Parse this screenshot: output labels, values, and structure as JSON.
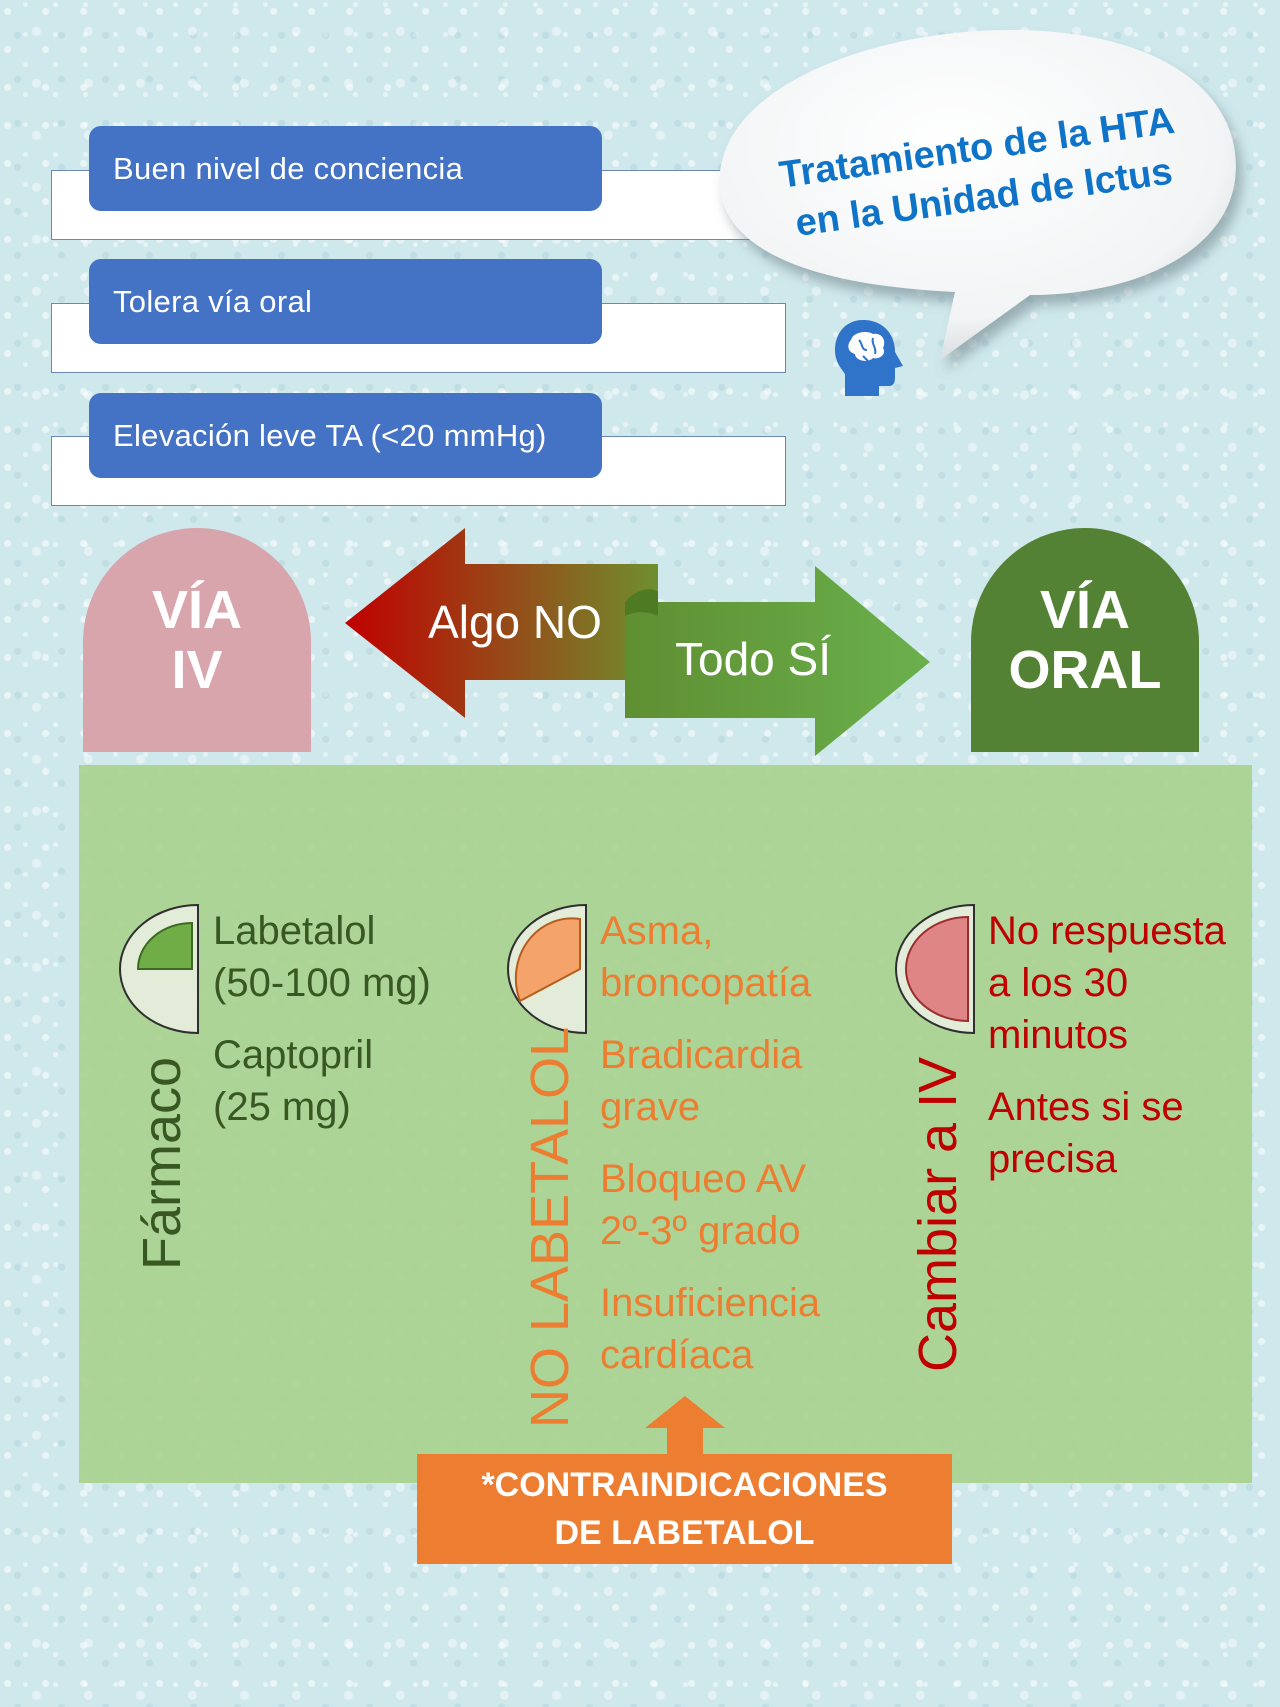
{
  "conditions": [
    {
      "label": "Buen nivel de conciencia"
    },
    {
      "label": "Tolera vía oral"
    },
    {
      "label": "Elevación leve TA (<20 mmHg)"
    }
  ],
  "bubble": {
    "line1": "Tratamiento de la HTA",
    "line2": "en la Unidad de Ictus"
  },
  "via_iv": {
    "line1": "VÍA",
    "line2": "IV"
  },
  "via_oral": {
    "line1": "VÍA",
    "line2": "ORAL"
  },
  "arrows": {
    "no_label": "Algo NO",
    "yes_label": "Todo SÍ"
  },
  "farmaco": {
    "title": "Fármaco",
    "items": [
      {
        "line1": "Labetalol",
        "line2": "(50-100 mg)"
      },
      {
        "line1": "Captopril",
        "line2": "(25 mg)"
      }
    ]
  },
  "no_labetalol": {
    "title": "NO LABETALOL",
    "items": [
      {
        "line1": "Asma,",
        "line2": "broncopatía"
      },
      {
        "line1": "Bradicardia",
        "line2": "grave"
      },
      {
        "line1": "Bloqueo AV",
        "line2": "2º-3º grado"
      },
      {
        "line1": "Insuficiencia",
        "line2": "cardíaca"
      }
    ]
  },
  "cambiar": {
    "title": "Cambiar a IV",
    "items": [
      {
        "line1": "No respuesta",
        "line2": "a los 30",
        "line3": "minutos"
      },
      {
        "line1": "Antes si se",
        "line2": "precisa"
      }
    ]
  },
  "contraindicaciones": {
    "line1": "*CONTRAINDICACIONES",
    "line2": "DE LABETALOL"
  },
  "colors": {
    "blue": "#4472c4",
    "dark_green": "#548235",
    "orange": "#ed7d31",
    "red": "#c00000",
    "panel_green": "#a9d18e",
    "pink": "#d9a5ad"
  },
  "icons": [
    "head-brain-icon",
    "quarter-pie-icon",
    "semicircle-icon"
  ]
}
